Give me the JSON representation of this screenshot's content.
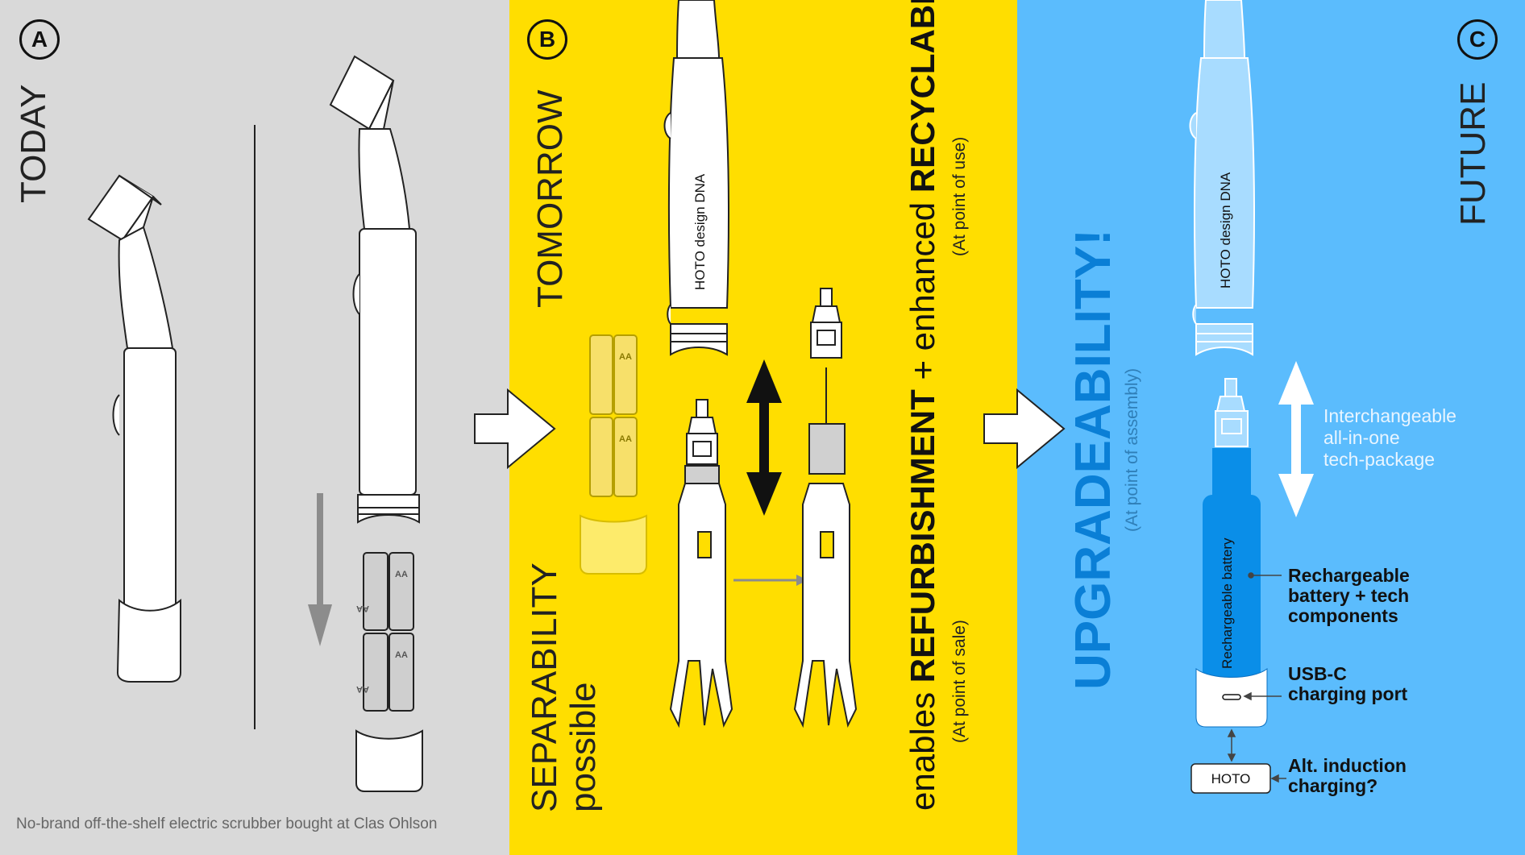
{
  "panels": {
    "a": {
      "badge": "A",
      "heading": "TODAY",
      "caption": "No-brand off-the-shelf electric scrubber bought at Clas Ohlson"
    },
    "b": {
      "badge": "B",
      "heading": "TOMORROW",
      "separability_line1": "SEPARABILITY",
      "separability_line2": "possible",
      "enables_prefix": "enables ",
      "refurbishment": "REFURBISHMENT",
      "enhanced": " + enhanced ",
      "recyclability": "RECYCLABILITY",
      "note_sale": "(At point of sale)",
      "note_use": "(At point of use)",
      "handle_label": "HOTO design DNA",
      "battery_label": "AA"
    },
    "c": {
      "badge": "C",
      "heading": "FUTURE",
      "upgradeability": "UPGRADEABILITY!",
      "note_assembly": "(At point of assembly)",
      "handle_label": "HOTO design DNA",
      "interchangeable_line1": "Interchangeable",
      "interchangeable_line2": "all-in-one",
      "interchangeable_line3": "tech-package",
      "battery_label": "Rechargeable battery",
      "callout_battery_line1": "Rechargeable",
      "callout_battery_line2": "battery + tech",
      "callout_battery_line3": "components",
      "callout_usb_line1": "USB-C",
      "callout_usb_line2": "charging port",
      "callout_induction_line1": "Alt. induction",
      "callout_induction_line2": "charging?",
      "dock_label": "HOTO"
    }
  },
  "colors": {
    "panel_a": "#d9d9d9",
    "panel_b": "#ffde00",
    "panel_c": "#5bbcfd",
    "battery_blue": "#0a8ee8",
    "upgrade_blue": "#0a7fd6"
  }
}
